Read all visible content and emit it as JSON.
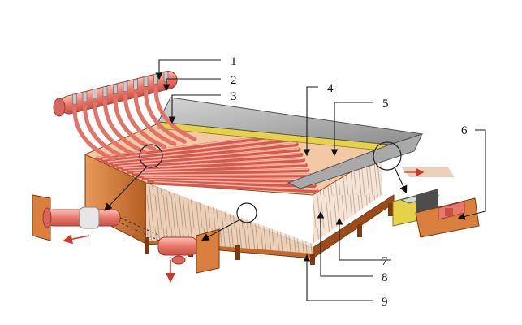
{
  "figure": {
    "colors": {
      "tube": "#e8786a",
      "tube_highlight": "#f7b3a8",
      "casing": "#d9803e",
      "casing_dark": "#a8521e",
      "insulation": "#e6d24a",
      "roof": "#9a9a9a",
      "roof_light": "#cfcfcf",
      "fins": "#e9d6c6",
      "arrow": "#d2342a"
    },
    "callouts": [
      {
        "id": "1",
        "label": "1"
      },
      {
        "id": "2",
        "label": "2"
      },
      {
        "id": "3",
        "label": "3"
      },
      {
        "id": "4",
        "label": "4"
      },
      {
        "id": "5",
        "label": "5"
      },
      {
        "id": "6",
        "label": "6"
      },
      {
        "id": "7",
        "label": "7"
      },
      {
        "id": "8",
        "label": "8"
      },
      {
        "id": "9",
        "label": "9"
      }
    ]
  }
}
